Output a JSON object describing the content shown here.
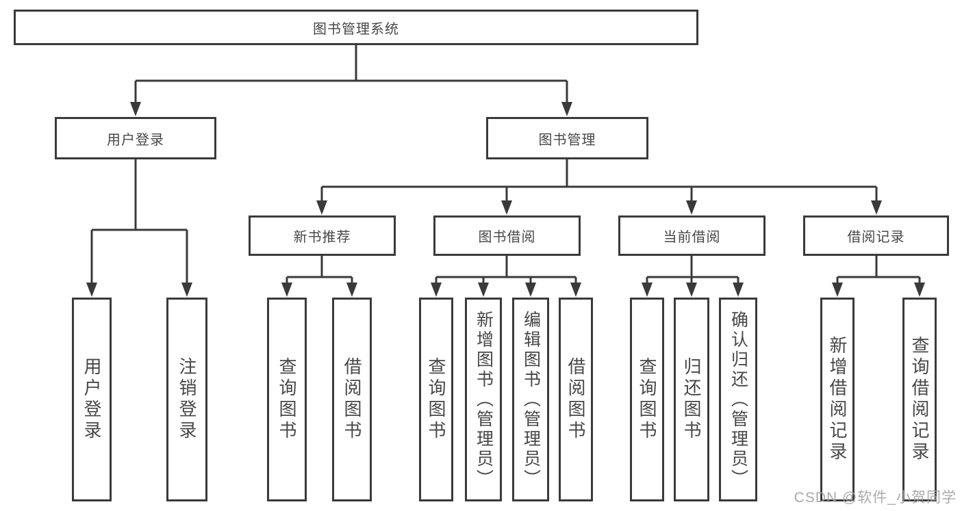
{
  "page": {
    "background": "#ffffff",
    "line_color": "#3a3a3a",
    "text_color": "#474747"
  },
  "watermark": {
    "text": "CSDN @软件_小贺同学",
    "color": "#a3a3a3"
  },
  "tree": {
    "root": {
      "label": "图书管理系统"
    },
    "level2": [
      {
        "label": "用户登录"
      },
      {
        "label": "图书管理"
      }
    ],
    "level3": [
      {
        "label": "新书推荐"
      },
      {
        "label": "图书借阅"
      },
      {
        "label": "当前借阅"
      },
      {
        "label": "借阅记录"
      }
    ],
    "leaves": {
      "user_login": [
        {
          "label": "用户登录"
        },
        {
          "label": "注销登录"
        }
      ],
      "new_book": [
        {
          "label": "查询图书"
        },
        {
          "label": "借阅图书"
        }
      ],
      "borrowing": [
        {
          "label": "查询图书"
        },
        {
          "label": "新增图书（管理员）"
        },
        {
          "label": "编辑图书（管理员）"
        },
        {
          "label": "借阅图书"
        }
      ],
      "current": [
        {
          "label": "查询图书"
        },
        {
          "label": "归还图书"
        },
        {
          "label": "确认归还（管理员）"
        }
      ],
      "records": [
        {
          "label": "新增借阅记录"
        },
        {
          "label": "查询借阅记录"
        }
      ]
    }
  }
}
